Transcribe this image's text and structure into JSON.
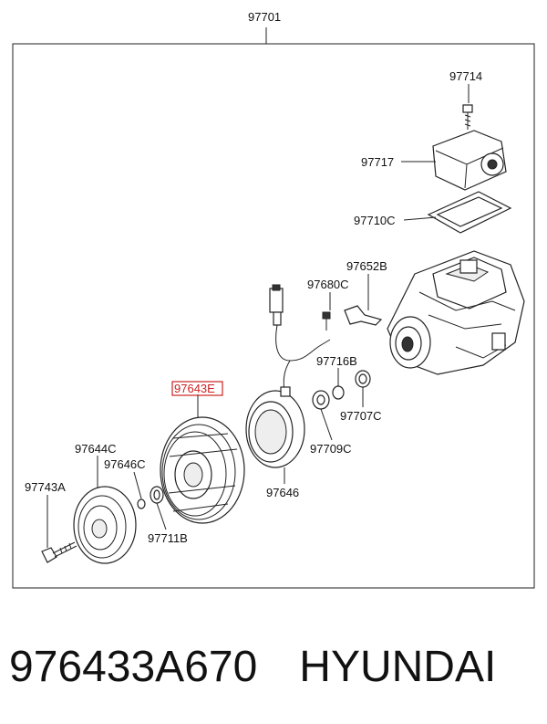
{
  "diagram": {
    "labels": {
      "assembly": "97701",
      "bolt_top": "97714",
      "cover": "97717",
      "gasket": "97710C",
      "bracket": "97652B",
      "screw": "97680C",
      "oring_small": "97716B",
      "highlighted": "97643E",
      "seal": "97707C",
      "ring": "97709C",
      "coil": "97646",
      "hub_plate": "97644C",
      "shim": "97646C",
      "bolt_front": "97743A",
      "snap_ring": "97711B"
    },
    "highlight_color": "#cc2222"
  },
  "caption": {
    "part_number": "976433A670",
    "brand": "HYUNDAI"
  }
}
